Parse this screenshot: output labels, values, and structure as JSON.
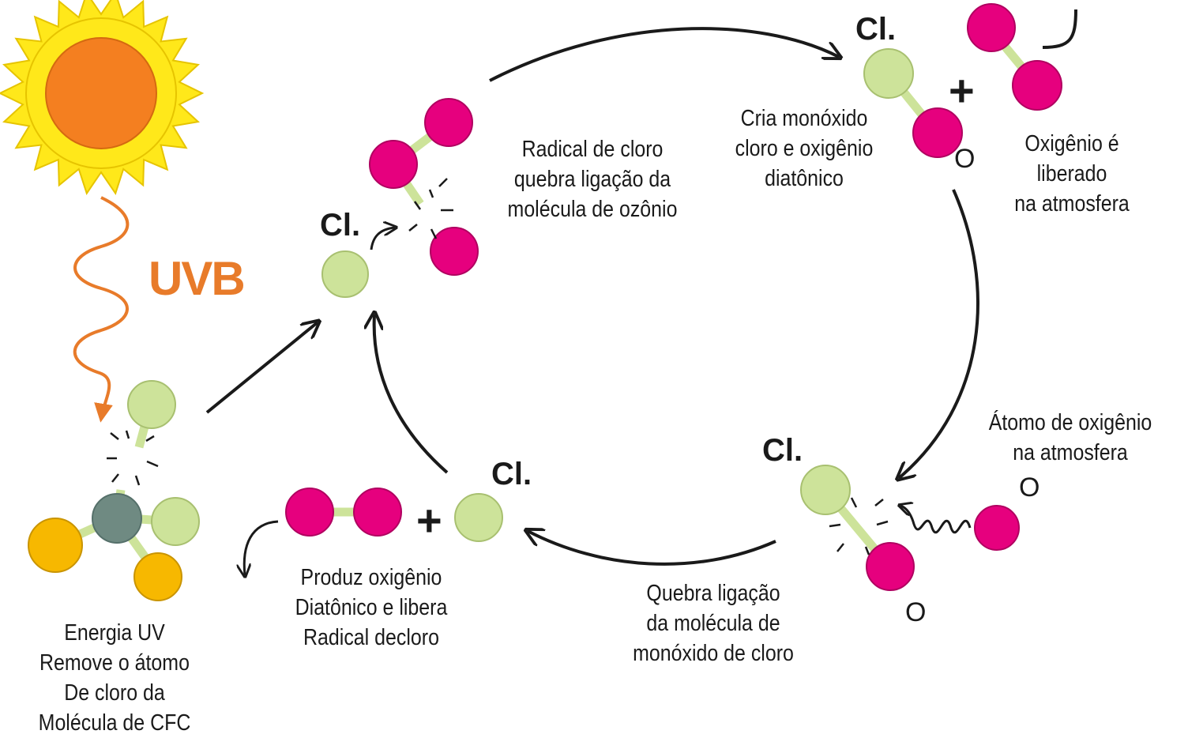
{
  "colors": {
    "sun_rays": "#ffe81a",
    "sun_core": "#f47f20",
    "uvb": "#e87b2a",
    "chlorine": "#cde39a",
    "oxygen": "#e6007e",
    "carbon": "#6f8a82",
    "fluorine": "#f7b800",
    "bond": "#cde39a",
    "arrow": "#1a1a1a"
  },
  "icons": [
    "sun-icon",
    "uv-wave-icon",
    "cfc-molecule-icon",
    "chlorine-atom-icon",
    "ozone-molecule-icon",
    "chlorine-monoxide-icon",
    "oxygen-molecule-icon",
    "oxygen-atom-icon",
    "bond-break-icon",
    "cycle-arrow-icon"
  ],
  "uvb_label": "UVB",
  "symbols": {
    "cl": "Cl.",
    "o": "O",
    "plus": "+"
  },
  "labels": {
    "cfc": [
      "Energia UV",
      "Remove o átomo",
      "De cloro da",
      "Molécula de CFC"
    ],
    "radical": [
      "Radical de cloro",
      "quebra ligação da",
      "molécula de ozônio"
    ],
    "monoxide": [
      "Cria monóxido",
      "cloro e oxigênio",
      "diatônico"
    ],
    "oxygen_released": [
      "Oxigênio é",
      "liberado",
      "na atmosfera"
    ],
    "oxygen_atom": [
      "Átomo de oxigênio",
      "na atmosfera"
    ],
    "break_bond": [
      "Quebra ligação",
      "da molécula de",
      "monóxido de cloro"
    ],
    "produce": [
      "Produz oxigênio",
      "Diatônico e libera",
      "Radical decloro"
    ]
  }
}
